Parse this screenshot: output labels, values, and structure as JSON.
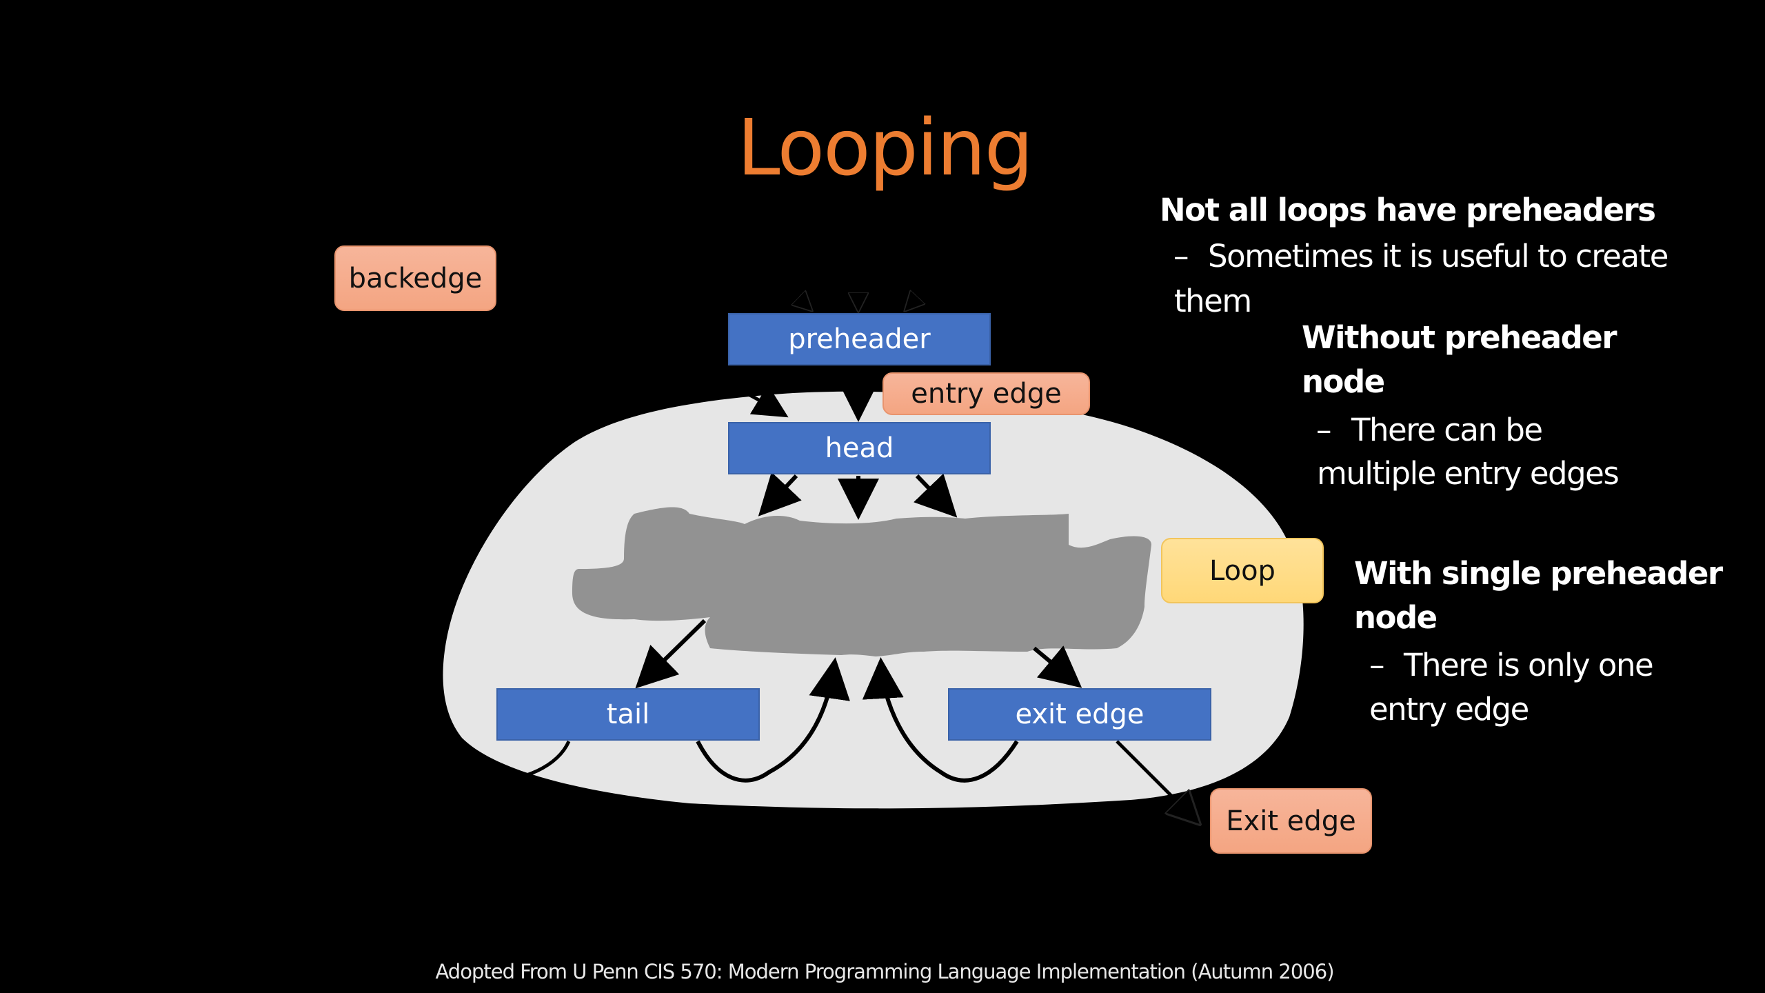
{
  "slide": {
    "title": "Looping",
    "title_color": "#ED7D31",
    "footer": "Adopted From U Penn CIS 570: Modern Programming Language Implementation (Autumn 2006)"
  },
  "diagram": {
    "nodes": {
      "preheader": "preheader",
      "head": "head",
      "tail": "tail",
      "exit_edge": "exit edge"
    },
    "callouts": {
      "backedge": "backedge",
      "entry_edge": "entry edge",
      "loop": "Loop",
      "exit_edge": "Exit edge"
    },
    "colors": {
      "node_fill": "#4472C4",
      "callout_fill": "#F4A582",
      "loop_callout_fill": "#FFD878",
      "loop_region_fill": "#E6E6E6",
      "loop_body_fill": "#929292"
    }
  },
  "notes": {
    "heading1": "Not all loops have preheaders",
    "bullet1": "Sometimes it is useful to create",
    "bullet1_cont": "them",
    "heading2_line1": "Without preheader",
    "heading2_line2": "node",
    "bullet2_line1": "There can be",
    "bullet2_line2": "multiple entry edges",
    "heading3_line1": "With single preheader",
    "heading3_line2": "node",
    "bullet3_line1": "There is only one",
    "bullet3_line2": "entry edge",
    "dash": "–"
  }
}
